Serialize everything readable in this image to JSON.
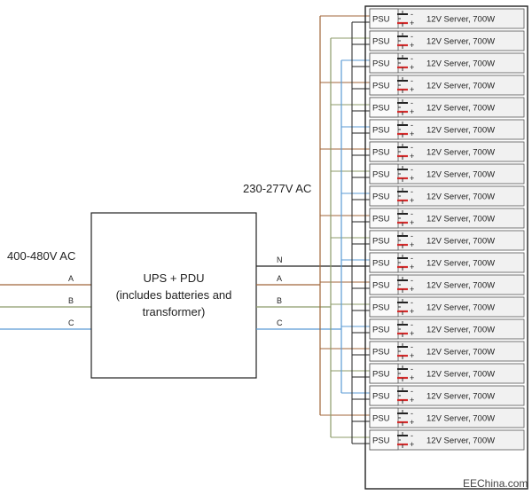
{
  "input_label": "400-480V AC",
  "output_label": "230-277V AC",
  "ups": {
    "line1": "UPS + PDU",
    "line2": "(includes batteries and",
    "line3": "transformer)"
  },
  "phase_labels": {
    "input": [
      "A",
      "B",
      "C"
    ],
    "output": [
      "N",
      "A",
      "B",
      "C"
    ]
  },
  "colors": {
    "phase_a": "#a0663a",
    "phase_b": "#8c9b6a",
    "phase_c": "#5b9bd5",
    "neutral": "#222222",
    "battery_neg": "#222222",
    "battery_pos": "#d42a2a"
  },
  "servers": {
    "count": 20,
    "psu_label": "PSU",
    "neg_sign": "-",
    "pos_sign": "+",
    "description": "12V Server, 700W"
  },
  "watermark": "EEChina.com"
}
